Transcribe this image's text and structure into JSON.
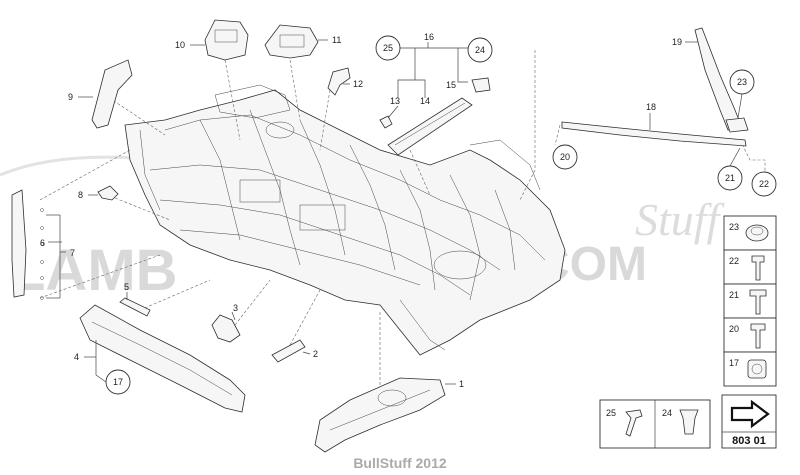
{
  "watermark": {
    "left": "LAMB",
    "right": "COM",
    "script": "Stuff",
    "mid": "O"
  },
  "labels": {
    "l1": "1",
    "l2": "2",
    "l3": "3",
    "l4": "4",
    "l5": "5",
    "l6": "6",
    "l7": "7",
    "l8": "8",
    "l9": "9",
    "l10": "10",
    "l11": "11",
    "l12": "12",
    "l13": "13",
    "l14": "14",
    "l15": "15",
    "l16": "16",
    "l18": "18",
    "l19": "19"
  },
  "callouts": {
    "c17a": "17",
    "c20": "20",
    "c21": "21",
    "c22": "22",
    "c23": "23",
    "c24": "24",
    "c25": "25"
  },
  "side_panel": {
    "items": [
      "23",
      "22",
      "21",
      "20",
      "17"
    ],
    "bottom_left": "25",
    "bottom_mid": "24",
    "diagram_number": "803 01"
  },
  "footer": "BullStuff 2012"
}
